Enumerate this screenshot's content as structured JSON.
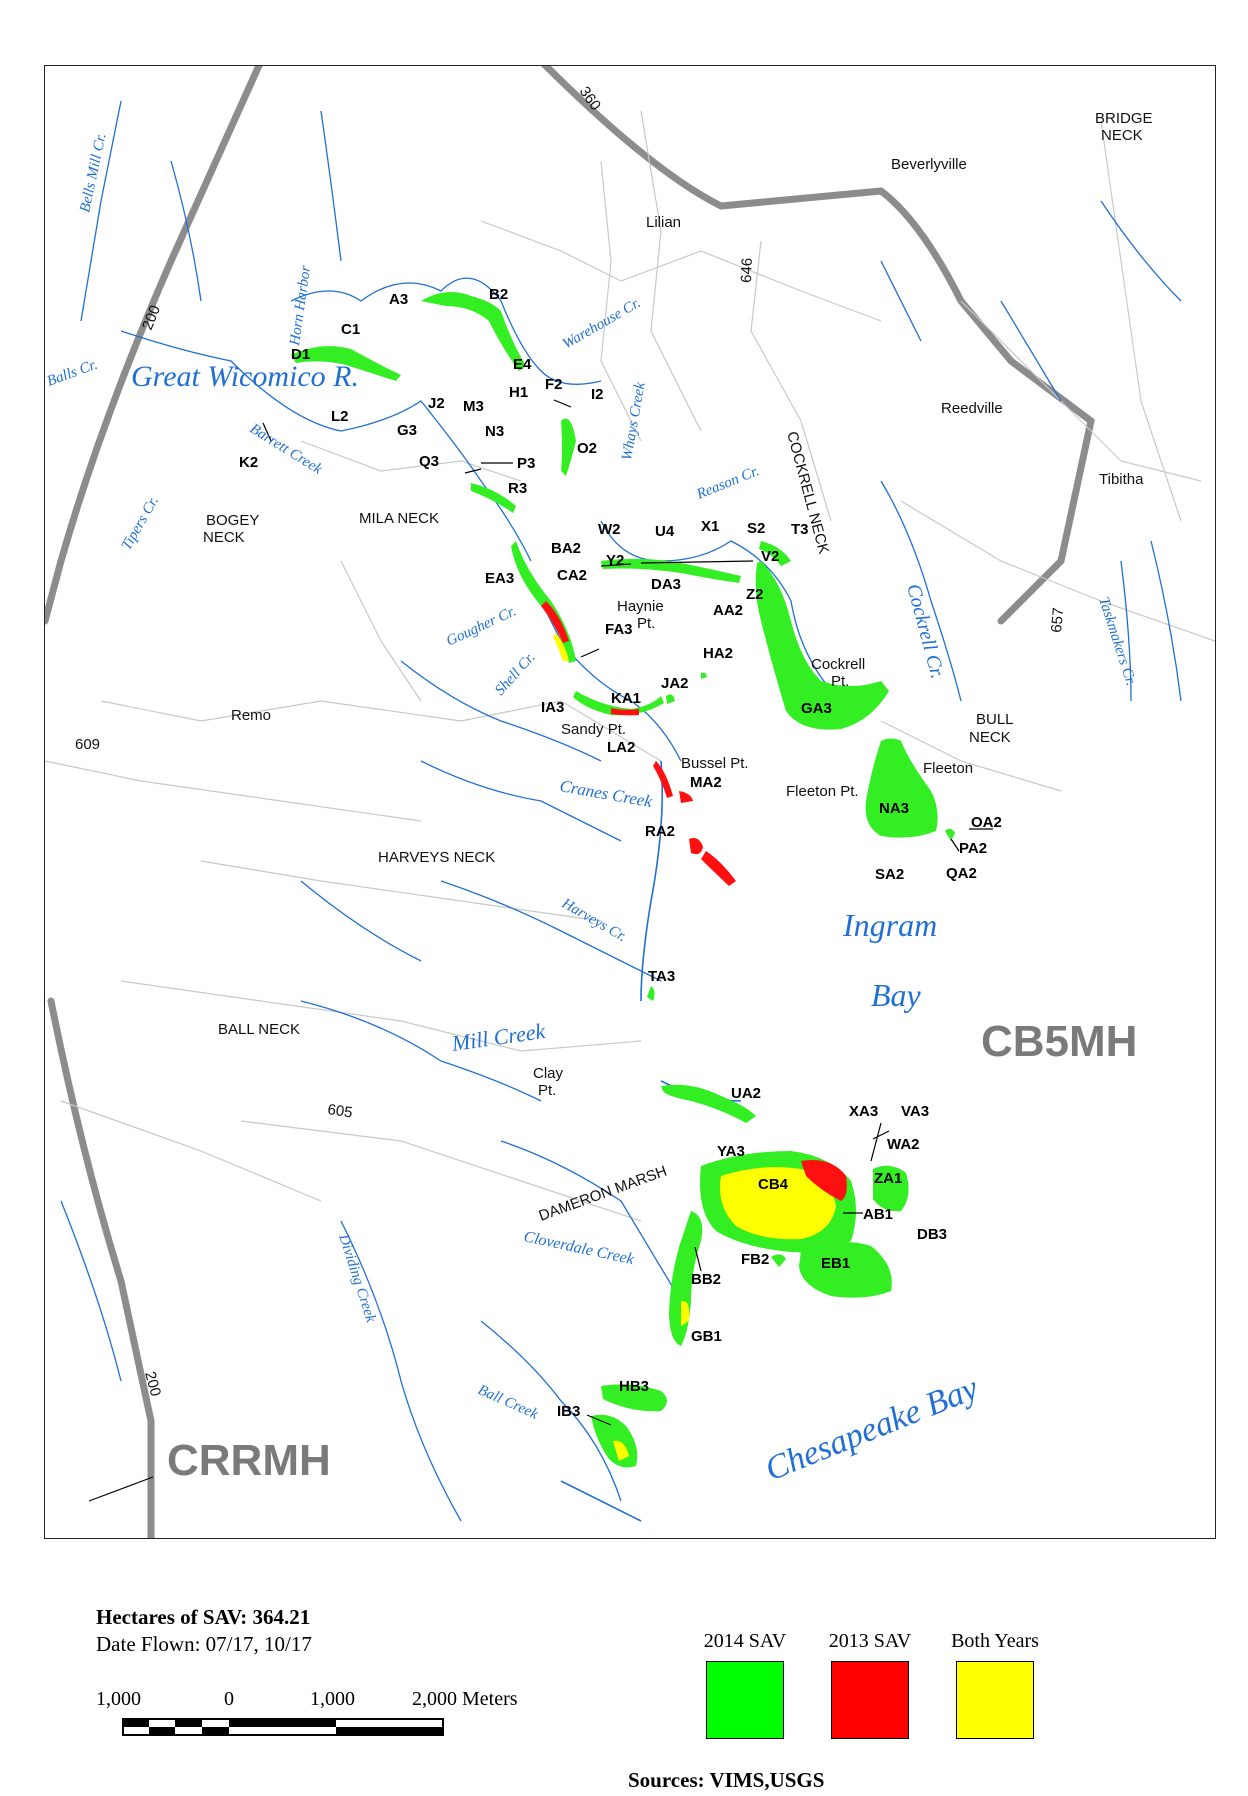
{
  "map": {
    "station_labels": [
      "CB5MH",
      "CRRMH"
    ],
    "water_labels": [
      "Great Wicomico R.",
      "Ingram",
      "Bay",
      "Chesapeake Bay",
      "Mill Creek",
      "Cranes Creek",
      "Cockrell Cr.",
      "Shell Cr.",
      "Gougher Cr.",
      "Harveys Cr.",
      "Warehouse Cr.",
      "Whays Creek",
      "Reason Cr.",
      "Cloverdale Creek",
      "Ball Creek",
      "Dividing Creek",
      "Horn Harbor",
      "Balls Cr.",
      "Barrett Creek",
      "Tipers Cr.",
      "Taskmakers Cr.",
      "Bells Mill Cr."
    ],
    "place_labels": [
      "BRIDGE",
      "NECK",
      "Beverlyville",
      "Lilian",
      "Reedville",
      "Tibitha",
      "BOGEY",
      "NECK",
      "MILA NECK",
      "COCKRELL NECK",
      "Haynie",
      "Pt.",
      "Cockrell",
      "Pt.",
      "Remo",
      "Sandy Pt.",
      "Bussel Pt.",
      "BULL",
      "NECK",
      "Fleeton",
      "Fleeton Pt.",
      "HARVEYS NECK",
      "BALL NECK",
      "Clay",
      "Pt.",
      "DAMERON MARSH"
    ],
    "road_numbers": [
      "360",
      "646",
      "200",
      "609",
      "657",
      "605",
      "200"
    ],
    "site_labels": [
      "A3",
      "B2",
      "C1",
      "D1",
      "E4",
      "H1",
      "F2",
      "I2",
      "J2",
      "M3",
      "L2",
      "G3",
      "N3",
      "K2",
      "Q3",
      "P3",
      "R3",
      "O2",
      "W2",
      "U4",
      "X1",
      "S2",
      "T3",
      "V2",
      "Y2",
      "BA2",
      "CA2",
      "DA3",
      "EA3",
      "Z2",
      "AA2",
      "FA3",
      "HA2",
      "JA2",
      "KA1",
      "IA3",
      "GA3",
      "LA2",
      "MA2",
      "RA2",
      "NA3",
      "OA2",
      "PA2",
      "QA2",
      "SA2",
      "TA3",
      "UA2",
      "XA3",
      "VA3",
      "WA2",
      "YA3",
      "CB4",
      "ZA1",
      "AB1",
      "DB3",
      "FB2",
      "EB1",
      "BB2",
      "GB1",
      "HB3",
      "IB3"
    ]
  },
  "summary": {
    "hectares": "Hectares of SAV: 364.21",
    "date_flown": "Date Flown: 07/17, 10/17"
  },
  "scale": {
    "labels": [
      "1,000",
      "0",
      "1,000",
      "2,000 Meters"
    ]
  },
  "legend": {
    "items": [
      {
        "label": "2014 SAV",
        "color": "#00ff00"
      },
      {
        "label": "2013 SAV",
        "color": "#ff0000"
      },
      {
        "label": "Both Years",
        "color": "#ffff00"
      }
    ]
  },
  "sources": "Sources:  VIMS,USGS",
  "colors": {
    "water_lines": "#1f6fd6",
    "roads_major": "#8c8c8c",
    "roads_minor": "#c8c8c8",
    "sav_2014": "#33ee22",
    "sav_2013": "#ff1010",
    "sav_both": "#ffff00"
  }
}
